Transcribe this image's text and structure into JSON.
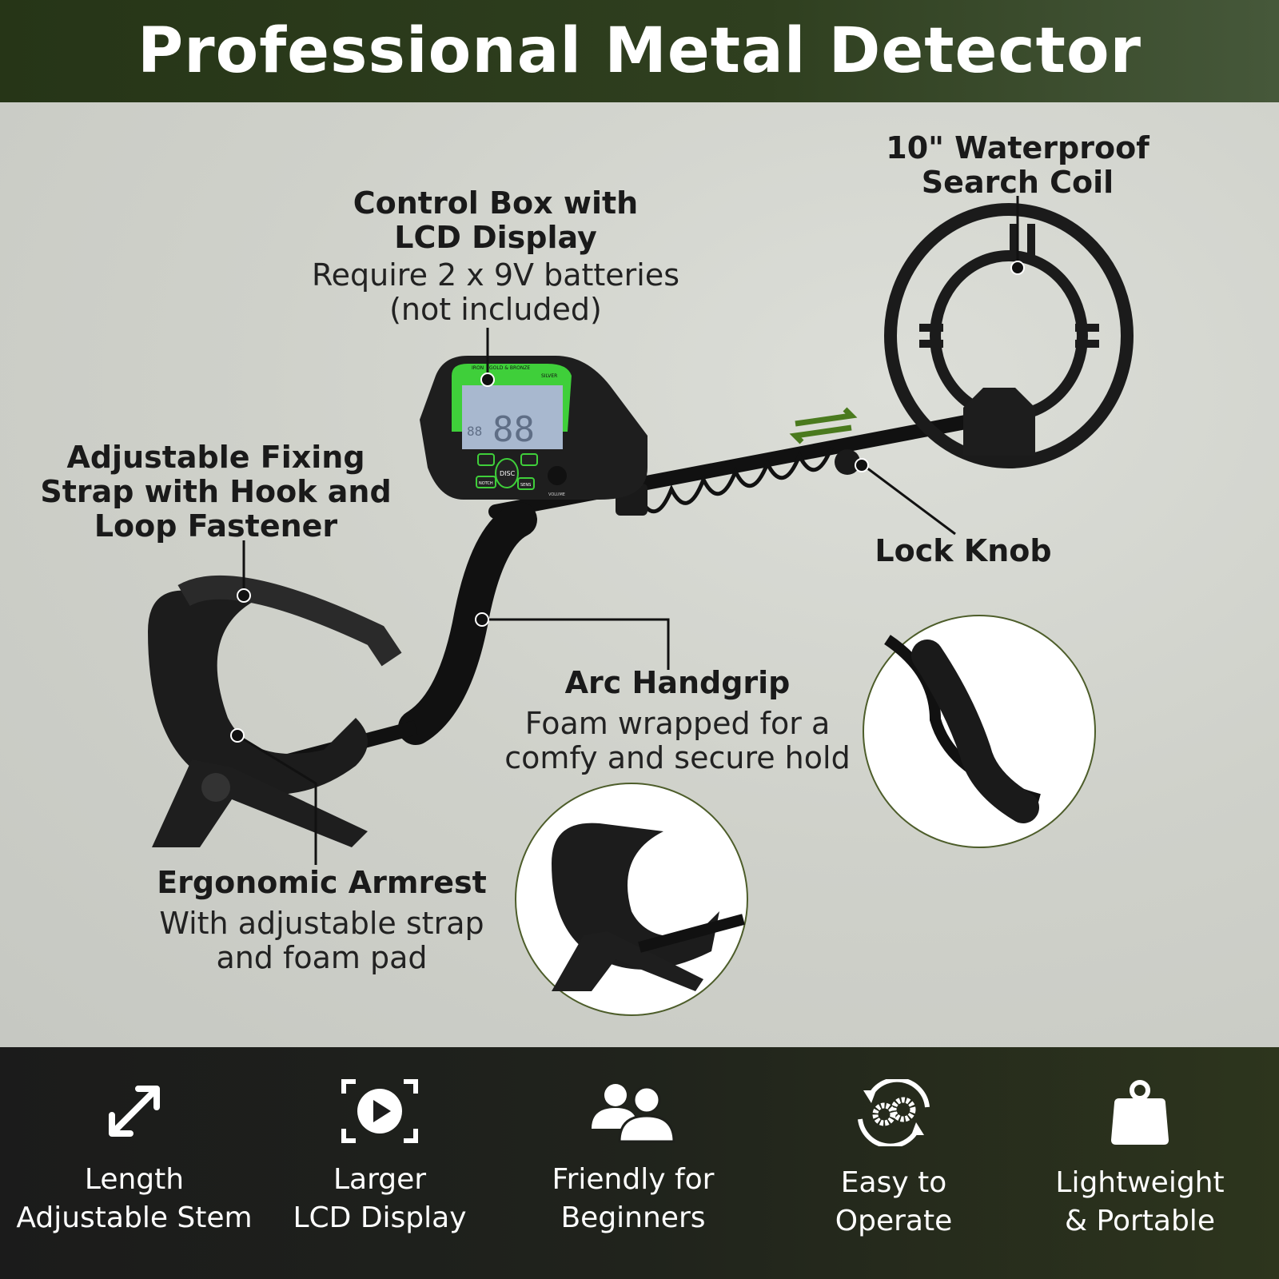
{
  "header": {
    "title": "Professional Metal Detector"
  },
  "callouts": {
    "control_box": {
      "title_line1": "Control Box with",
      "title_line2": "LCD Display",
      "sub_line1": "Require 2 x 9V batteries",
      "sub_line2": "(not included)"
    },
    "search_coil": {
      "title_line1": "10\" Waterproof",
      "title_line2": "Search Coil"
    },
    "fixing_strap": {
      "title_line1": "Adjustable Fixing",
      "title_line2": "Strap with Hook and",
      "title_line3": "Loop Fastener"
    },
    "lock_knob": {
      "title": "Lock Knob"
    },
    "arc_handgrip": {
      "title": "Arc Handgrip",
      "sub_line1": "Foam wrapped for a",
      "sub_line2": "comfy and secure hold"
    },
    "armrest": {
      "title": "Ergonomic Armrest",
      "sub_line1": "With adjustable strap",
      "sub_line2": "and foam pad"
    }
  },
  "device_labels": {
    "iron": "IRON",
    "gold": "GOLD & BRONZE",
    "silver": "SILVER",
    "digits": "88",
    "small_digits": "88",
    "disc": "DISC",
    "notch": "NOTCH",
    "sens": "SENS",
    "volume": "VOLUME"
  },
  "features": [
    {
      "icon": "resize-arrow-icon",
      "line1": "Length",
      "line2": "Adjustable Stem"
    },
    {
      "icon": "display-play-icon",
      "line1": "Larger",
      "line2": "LCD Display"
    },
    {
      "icon": "users-icon",
      "line1": "Friendly for",
      "line2": "Beginners"
    },
    {
      "icon": "gears-cycle-icon",
      "line1": "Easy to",
      "line2": "Operate"
    },
    {
      "icon": "weight-icon",
      "line1": "Lightweight",
      "line2": "& Portable"
    }
  ],
  "colors": {
    "header_bg": "#263517",
    "accent_green": "#3fcf3a",
    "footer_bg": "#1b1b1b",
    "arrow_green": "#4a7a1e"
  }
}
